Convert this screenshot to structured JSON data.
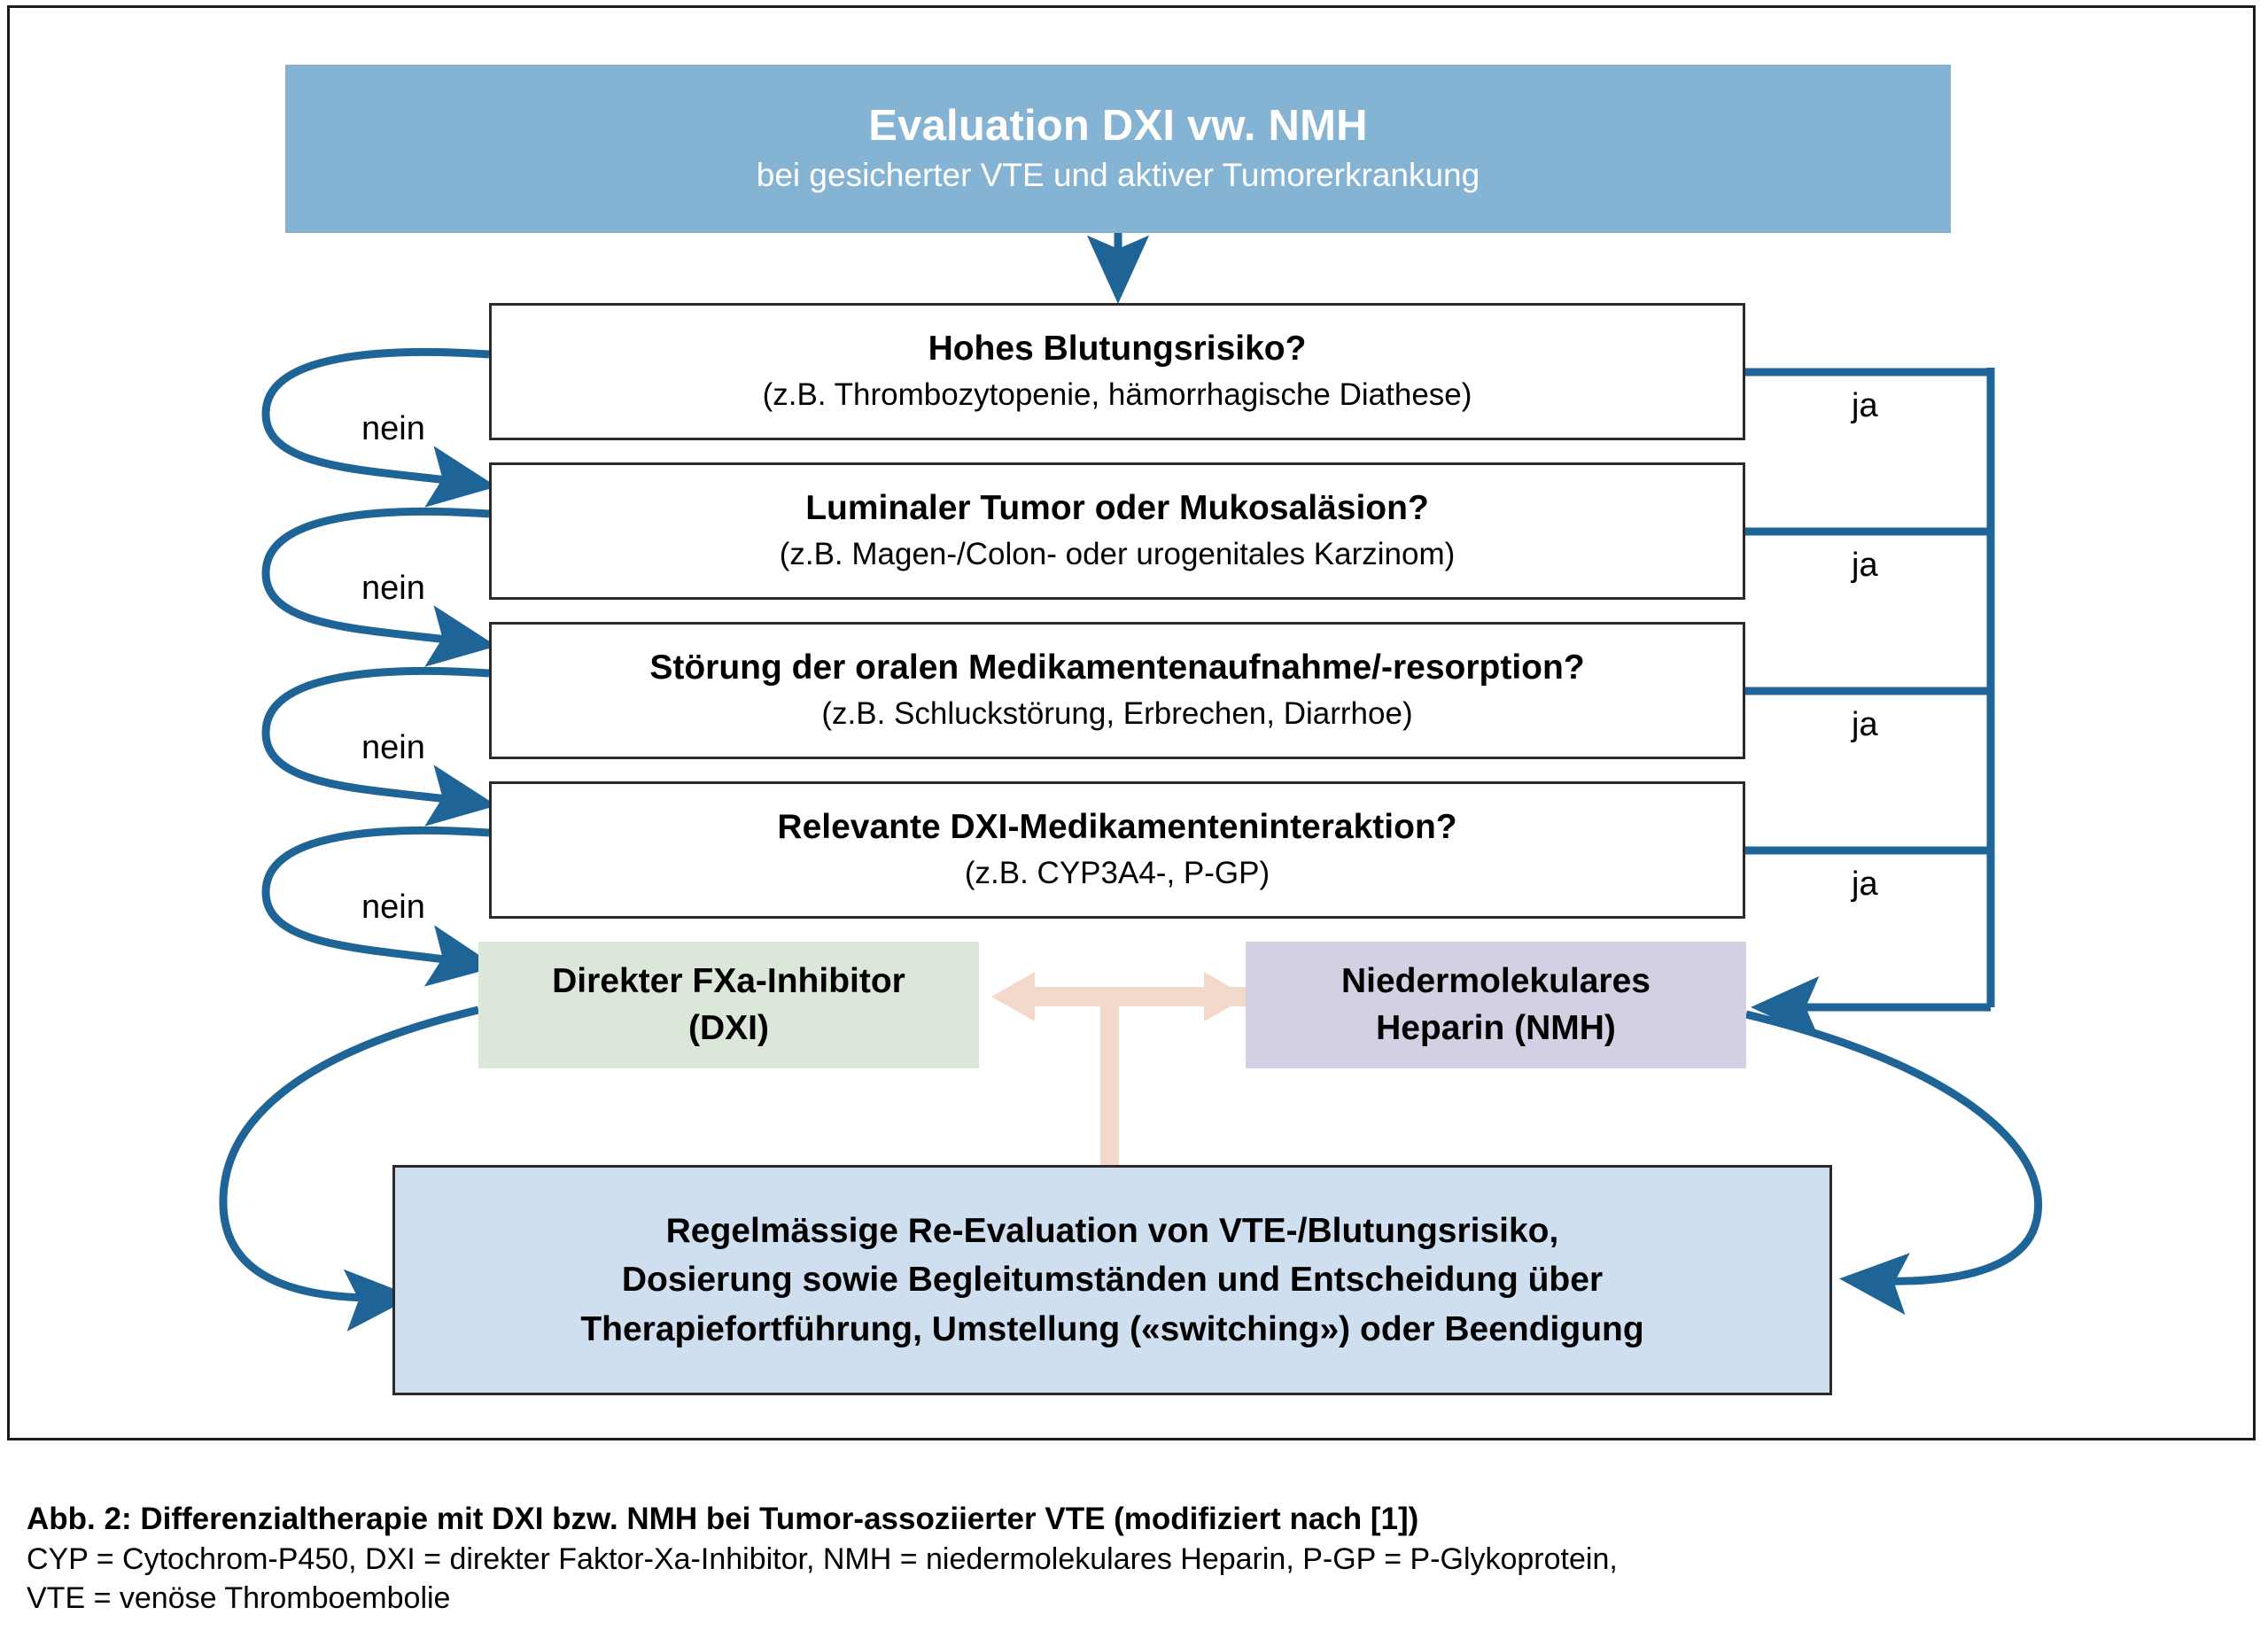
{
  "header": {
    "title": "Evaluation DXI vw. NMH",
    "subtitle": "bei gesicherter VTE und aktiver Tumorerkrankung",
    "bg_color": "#85b3d4",
    "text_color": "#ffffff"
  },
  "decisions": [
    {
      "id": "hohes-blutungsrisiko",
      "question": "Hohes Blutungsrisiko?",
      "example": "(z.B. Thrombozytopenie, hämorrhagische Diathese)",
      "yes_label": "ja",
      "no_label": "nein"
    },
    {
      "id": "luminaler-tumor",
      "question": "Luminaler Tumor oder Mukosaläsion?",
      "example": "(z.B. Magen-/Colon- oder urogenitales Karzinom)",
      "yes_label": "ja",
      "no_label": "nein"
    },
    {
      "id": "stoerung-medikamentenaufnahme",
      "question": "Störung der oralen Medikamentenaufnahme/-resorption?",
      "example": "(z.B. Schluckstörung, Erbrechen, Diarrhoe)",
      "yes_label": "ja",
      "no_label": "nein"
    },
    {
      "id": "medikamenteninteraktion",
      "question": "Relevante DXI-Medikamenteninteraktion?",
      "example": "(z.B. CYP3A4-, P-GP)",
      "yes_label": "ja",
      "no_label": "nein"
    }
  ],
  "options": {
    "dxi": {
      "line1": "Direkter FXa-Inhibitor",
      "line2": "(DXI)",
      "bg_color": "#dbe7d8"
    },
    "nmh": {
      "line1": "Niedermolekulares",
      "line2": "Heparin (NMH)",
      "bg_color": "#d4d0e3"
    },
    "switch_arrow_color": "#f3d9cb"
  },
  "reevaluation": {
    "line1": "Regelmässige Re-Evaluation von VTE-/Blutungsrisiko,",
    "line2": "Dosierung sowie Begleitumständen und Entscheidung über",
    "line3": "Therapiefortführung, Umstellung («switching») oder Beendigung",
    "bg_color": "#cfdff0"
  },
  "caption": {
    "title": "Abb. 2: Differenzialtherapie mit DXI bzw. NMH bei Tumor-assoziierter VTE (modifiziert nach [1])",
    "line2": "CYP = Cytochrom-P450, DXI = direkter Faktor-Xa-Inhibitor, NMH = niedermolekulares Heparin, P-GP = P-Glykoprotein,",
    "line3": "VTE = venöse Thromboembolie"
  },
  "style": {
    "connector_color": "#1f6496",
    "box_border_color": "#2b2b2b"
  }
}
